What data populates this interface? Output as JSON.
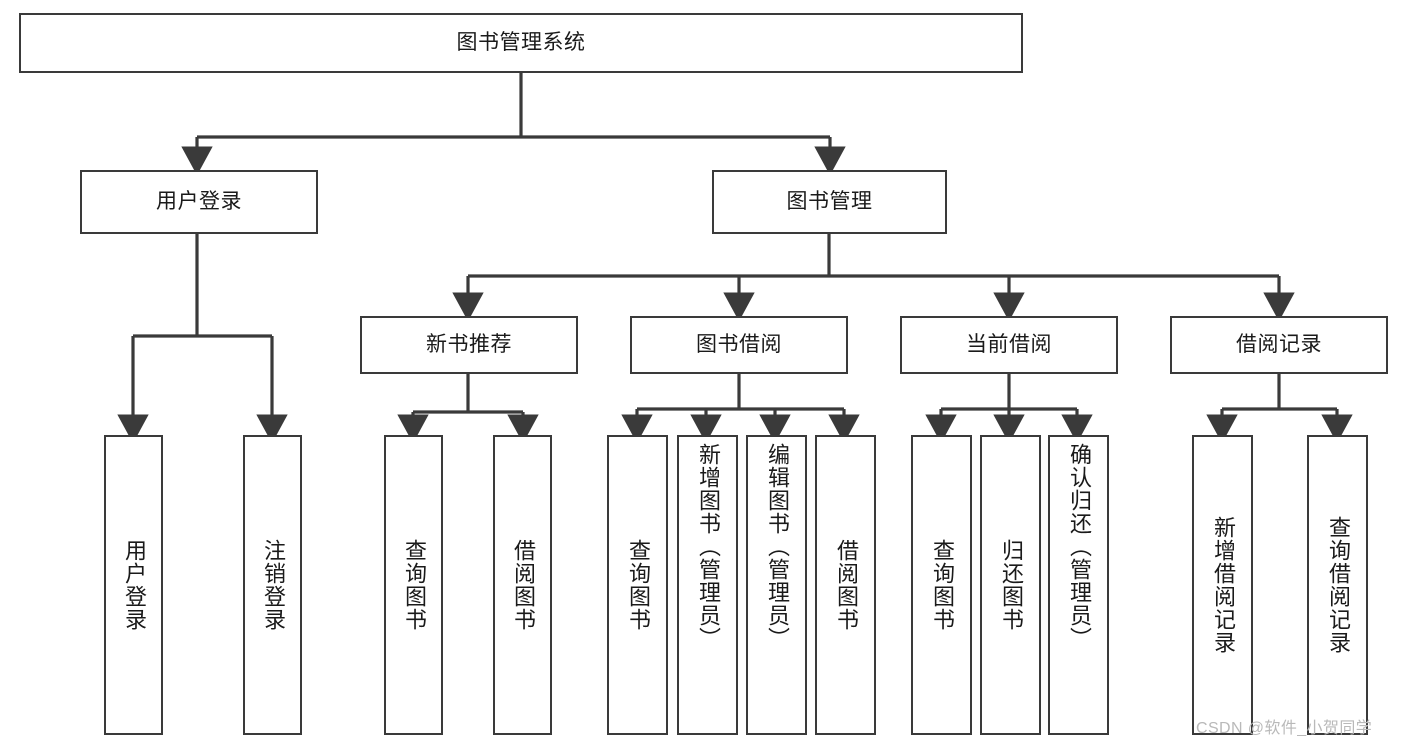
{
  "diagram": {
    "type": "tree-hierarchy",
    "title": "图书管理系统",
    "watermark": "CSDN @软件_小贺同学",
    "colors": {
      "box_border": "#3a3a3a",
      "box_fill": "#ffffff",
      "edge": "#3a3a3a",
      "text": "#1a1a1a",
      "watermark": "#b9b9b9",
      "background": "#ffffff"
    },
    "nodes": {
      "root": {
        "label": "图书管理系统"
      },
      "level1": [
        {
          "id": "user-login",
          "label": "用户登录"
        },
        {
          "id": "book-management",
          "label": "图书管理"
        }
      ],
      "level2": [
        {
          "id": "new-book-recommend",
          "label": "新书推荐"
        },
        {
          "id": "book-borrow",
          "label": "图书借阅"
        },
        {
          "id": "current-borrow",
          "label": "当前借阅"
        },
        {
          "id": "borrow-record",
          "label": "借阅记录"
        }
      ],
      "leaves": {
        "user-login": [
          {
            "id": "leaf-user-login",
            "label": "用户登录"
          },
          {
            "id": "leaf-user-logout",
            "label": "注销登录"
          }
        ],
        "new-book-recommend": [
          {
            "id": "leaf-query-book-1",
            "label": "查询图书"
          },
          {
            "id": "leaf-borrow-book-1",
            "label": "借阅图书"
          }
        ],
        "book-borrow": [
          {
            "id": "leaf-query-book-2",
            "label": "查询图书"
          },
          {
            "id": "leaf-add-book",
            "label": "新增图书（管理员）"
          },
          {
            "id": "leaf-edit-book",
            "label": "编辑图书（管理员）"
          },
          {
            "id": "leaf-borrow-book-2",
            "label": "借阅图书"
          }
        ],
        "current-borrow": [
          {
            "id": "leaf-query-book-3",
            "label": "查询图书"
          },
          {
            "id": "leaf-return-book",
            "label": "归还图书"
          },
          {
            "id": "leaf-confirm-return",
            "label": "确认归还（管理员）"
          }
        ],
        "borrow-record": [
          {
            "id": "leaf-add-record",
            "label": "新增借阅记录"
          },
          {
            "id": "leaf-query-record",
            "label": "查询借阅记录"
          }
        ]
      }
    }
  }
}
